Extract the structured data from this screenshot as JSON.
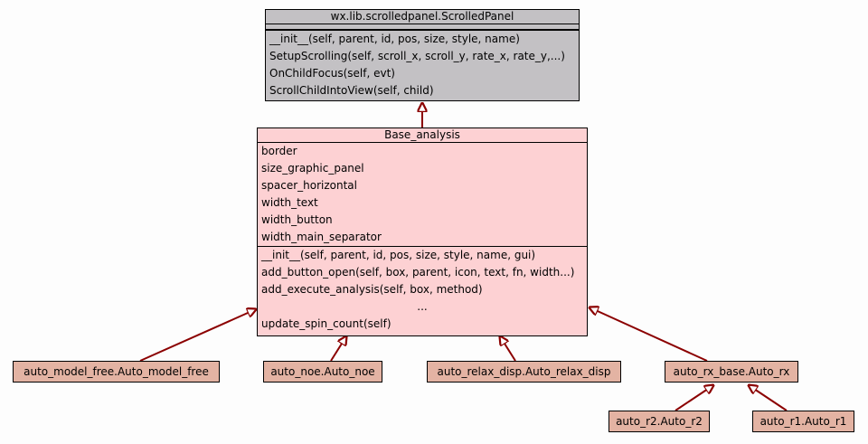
{
  "colors": {
    "base_class_fill": "#c3c1c4",
    "main_class_fill": "#fdd1d3",
    "subclass_fill": "#e3b3a3",
    "edge": "#8b0000"
  },
  "scrolled_panel": {
    "name": "wx.lib.scrolledpanel.ScrolledPanel",
    "attributes": [],
    "methods": [
      "__init__(self, parent, id, pos, size, style, name)",
      "SetupScrolling(self, scroll_x, scroll_y, rate_x, rate_y,...)",
      "OnChildFocus(self, evt)",
      "ScrollChildIntoView(self, child)"
    ]
  },
  "base_analysis": {
    "name": "Base_analysis",
    "attributes": [
      "border",
      "size_graphic_panel",
      "spacer_horizontal",
      "width_text",
      "width_button",
      "width_main_separator"
    ],
    "methods": [
      "__init__(self, parent, id, pos, size, style, name, gui)",
      "add_button_open(self, box, parent, icon, text, fn, width...)",
      "add_execute_analysis(self, box, method)",
      "...",
      "update_spin_count(self)"
    ]
  },
  "subclasses": [
    "auto_model_free.Auto_model_free",
    "auto_noe.Auto_noe",
    "auto_relax_disp.Auto_relax_disp",
    "auto_rx_base.Auto_rx",
    "auto_r2.Auto_r2",
    "auto_r1.Auto_r1"
  ]
}
